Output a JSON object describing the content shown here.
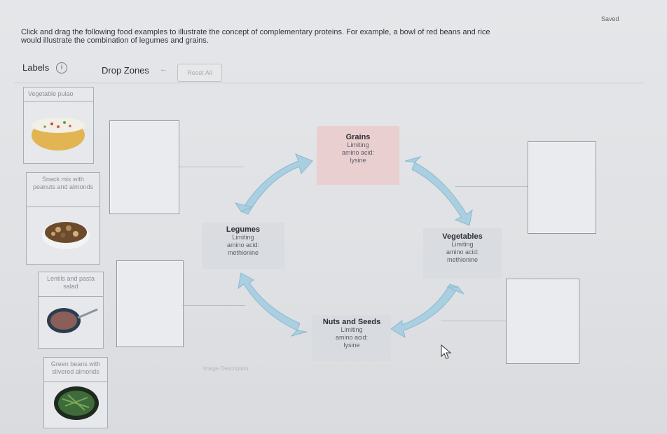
{
  "header": {
    "saved": "Saved"
  },
  "instructions": "Click and drag the following food examples to illustrate the concept of complementary proteins. For example, a bowl of red beans and rice would illustrate the combination of legumes and grains.",
  "toolbar": {
    "labels_title": "Labels",
    "info_glyph": "i",
    "drop_zones_title": "Drop Zones",
    "arrow_glyph": "←",
    "reset_label": "Reset All"
  },
  "labels": [
    {
      "text": "Vegetable pulao"
    },
    {
      "text": "Snack mix with peanuts and almonds"
    },
    {
      "text": "Lentils and pasta salad"
    },
    {
      "text": "Green beans with slivered almonds"
    }
  ],
  "nodes": {
    "grains": {
      "title": "Grains",
      "lines": [
        "Limiting",
        "amino acid:",
        "lysine"
      ]
    },
    "legumes": {
      "title": "Legumes",
      "lines": [
        "Limiting",
        "amino acid:",
        "methionine"
      ]
    },
    "vegetables": {
      "title": "Vegetables",
      "lines": [
        "Limiting",
        "amino acid:",
        "methionine"
      ]
    },
    "nuts": {
      "title": "Nuts and Seeds",
      "lines": [
        "Limiting",
        "amino acid:",
        "lysine"
      ]
    }
  },
  "faint_button": "Image Description",
  "colors": {
    "arrow": "#a9cfe0",
    "highlight": "#ecc8c8",
    "border": "#a6adb6"
  }
}
